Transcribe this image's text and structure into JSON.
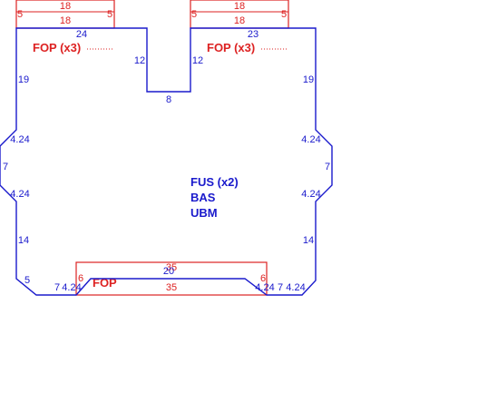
{
  "colors": {
    "main": "#1a1acc",
    "part": "#dd2222",
    "background": "#ffffff"
  },
  "main_piece": {
    "labels": [
      "FUS (x2)",
      "BAS",
      "UBM"
    ],
    "dimensions": {
      "top_left": "24",
      "top_right": "23",
      "notch_left": "12",
      "notch_right": "12",
      "notch_bottom": "8",
      "left_upper": "19",
      "right_upper": "19",
      "left_bevel_top": "4.24",
      "left_mid": "7",
      "left_bevel_bottom": "4.24",
      "right_bevel_top": "4.24",
      "right_mid": "7",
      "right_bevel_bottom": "4.24",
      "left_lower": "14",
      "right_lower": "14",
      "bottom_left_corner": "5",
      "bottom_left_run": "7",
      "bottom_left_bevel": "4.24",
      "bottom_right_bevel": "4.24",
      "bottom_right_run": "7",
      "bottom_right_corner": "4.24",
      "bottom_center": "20"
    }
  },
  "fop_left": {
    "label": "FOP (x3)",
    "dimensions": {
      "top": "18",
      "inner": "18",
      "left_side": "5",
      "right_side": "5"
    }
  },
  "fop_right": {
    "label": "FOP (x3)",
    "dimensions": {
      "top": "18",
      "inner": "18",
      "left_side": "5",
      "right_side": "5"
    }
  },
  "fop_bottom": {
    "label": "FOP",
    "dimensions": {
      "top": "35",
      "bottom": "35",
      "left_side": "6",
      "right_side": "6"
    }
  }
}
